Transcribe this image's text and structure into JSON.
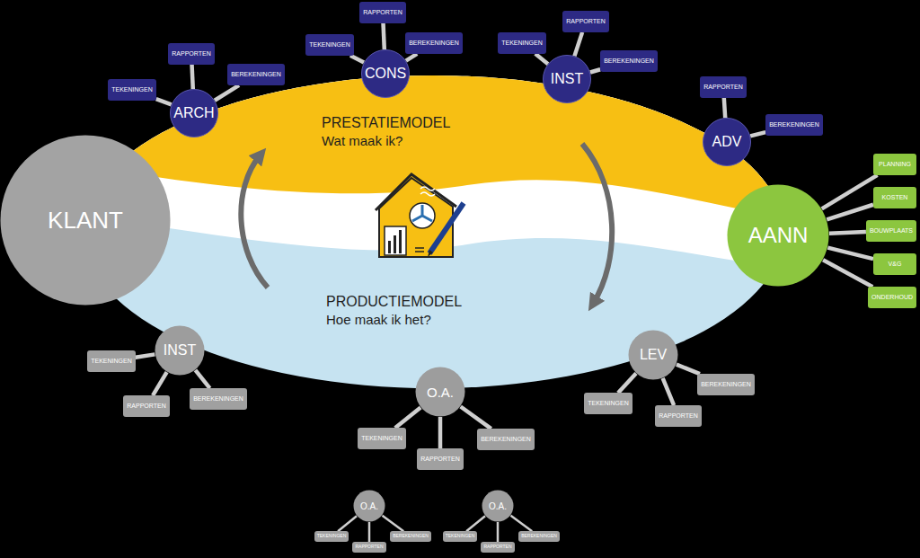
{
  "diagram": {
    "nodes": [
      {
        "text": [
          "KLANT"
        ]
      },
      {
        "text": [
          "ARCH"
        ]
      },
      {
        "text": [
          "TEKENINGEN"
        ]
      },
      {
        "text": [
          "RAPPORTEN"
        ]
      },
      {
        "text": [
          "BEREKENINGEN"
        ]
      },
      {
        "text": [
          "CONS"
        ]
      },
      {
        "text": [
          "TEKENINGEN"
        ]
      },
      {
        "text": [
          "RAPPORTEN"
        ]
      },
      {
        "text": [
          "BEREKENINGEN"
        ]
      },
      {
        "text": [
          "INST"
        ]
      },
      {
        "text": [
          "TEKENINGEN"
        ]
      },
      {
        "text": [
          "RAPPORTEN"
        ]
      },
      {
        "text": [
          "BEREKENINGEN"
        ]
      },
      {
        "text": [
          "ADV"
        ]
      },
      {
        "text": [
          "RAPPORTEN"
        ]
      },
      {
        "text": [
          "BEREKENINGEN"
        ]
      },
      {
        "text": [
          "AANN"
        ]
      },
      {
        "text": [
          "PLANNING"
        ]
      },
      {
        "text": [
          "KOSTEN"
        ]
      },
      {
        "text": [
          "BOUWPLAATS"
        ]
      },
      {
        "text": [
          "V&G"
        ]
      },
      {
        "text": [
          "ONDERHOUD"
        ]
      },
      {
        "text": [
          "INST"
        ]
      },
      {
        "text": [
          "TEKENINGEN"
        ]
      },
      {
        "text": [
          "RAPPORTEN"
        ]
      },
      {
        "text": [
          "BEREKENINGEN"
        ]
      },
      {
        "text": [
          "O.A."
        ]
      },
      {
        "text": [
          "TEKENINGEN"
        ]
      },
      {
        "text": [
          "RAPPORTEN"
        ]
      },
      {
        "text": [
          "BEREKENINGEN"
        ]
      },
      {
        "text": [
          "LEV"
        ]
      },
      {
        "text": [
          "TEKENINGEN"
        ]
      },
      {
        "text": [
          "RAPPORTEN"
        ]
      },
      {
        "text": [
          "BEREKENINGEN"
        ]
      },
      {
        "text": [
          "O.A."
        ]
      },
      {
        "text": [
          "TEKENINGEN"
        ]
      },
      {
        "text": [
          "RAPPORTEN"
        ]
      },
      {
        "text": [
          "BEREKENINGEN"
        ]
      },
      {
        "text": [
          "O.A."
        ]
      },
      {
        "text": [
          "TEKENINGEN"
        ]
      },
      {
        "text": [
          "RAPPORTEN"
        ]
      },
      {
        "text": [
          "BEREKENINGEN"
        ]
      }
    ],
    "edges": [
      {
        "from": 1,
        "to": 2,
        "arrow": "none"
      },
      {
        "from": 1,
        "to": 3,
        "arrow": "none"
      },
      {
        "from": 1,
        "to": 4,
        "arrow": "none"
      },
      {
        "from": 5,
        "to": 6,
        "arrow": "none"
      },
      {
        "from": 5,
        "to": 7,
        "arrow": "none"
      },
      {
        "from": 5,
        "to": 8,
        "arrow": "none"
      },
      {
        "from": 9,
        "to": 10,
        "arrow": "none"
      },
      {
        "from": 9,
        "to": 11,
        "arrow": "none"
      },
      {
        "from": 9,
        "to": 12,
        "arrow": "none"
      },
      {
        "from": 13,
        "to": 14,
        "arrow": "none"
      },
      {
        "from": 13,
        "to": 15,
        "arrow": "none"
      },
      {
        "from": 16,
        "to": 17,
        "arrow": "none"
      },
      {
        "from": 16,
        "to": 18,
        "arrow": "none"
      },
      {
        "from": 16,
        "to": 19,
        "arrow": "none"
      },
      {
        "from": 16,
        "to": 20,
        "arrow": "none"
      },
      {
        "from": 16,
        "to": 21,
        "arrow": "none"
      },
      {
        "from": 22,
        "to": 23,
        "arrow": "none"
      },
      {
        "from": 22,
        "to": 24,
        "arrow": "none"
      },
      {
        "from": 22,
        "to": 25,
        "arrow": "none"
      },
      {
        "from": 26,
        "to": 27,
        "arrow": "none"
      },
      {
        "from": 26,
        "to": 28,
        "arrow": "none"
      },
      {
        "from": 26,
        "to": 29,
        "arrow": "none"
      },
      {
        "from": 30,
        "to": 31,
        "arrow": "none"
      },
      {
        "from": 30,
        "to": 32,
        "arrow": "none"
      },
      {
        "from": 30,
        "to": 33,
        "arrow": "none"
      },
      {
        "from": 34,
        "to": 35,
        "arrow": "none"
      },
      {
        "from": 34,
        "to": 36,
        "arrow": "none"
      },
      {
        "from": 34,
        "to": 37,
        "arrow": "none"
      },
      {
        "from": 38,
        "to": 39,
        "arrow": "none"
      },
      {
        "from": 38,
        "to": 40,
        "arrow": "none"
      },
      {
        "from": 38,
        "to": 41,
        "arrow": "none"
      }
    ],
    "labels": [
      "PRESTATIEMODEL",
      "Wat maak ik?",
      "PRODUCTIEMODEL",
      "Hoe maak ik het?"
    ]
  }
}
